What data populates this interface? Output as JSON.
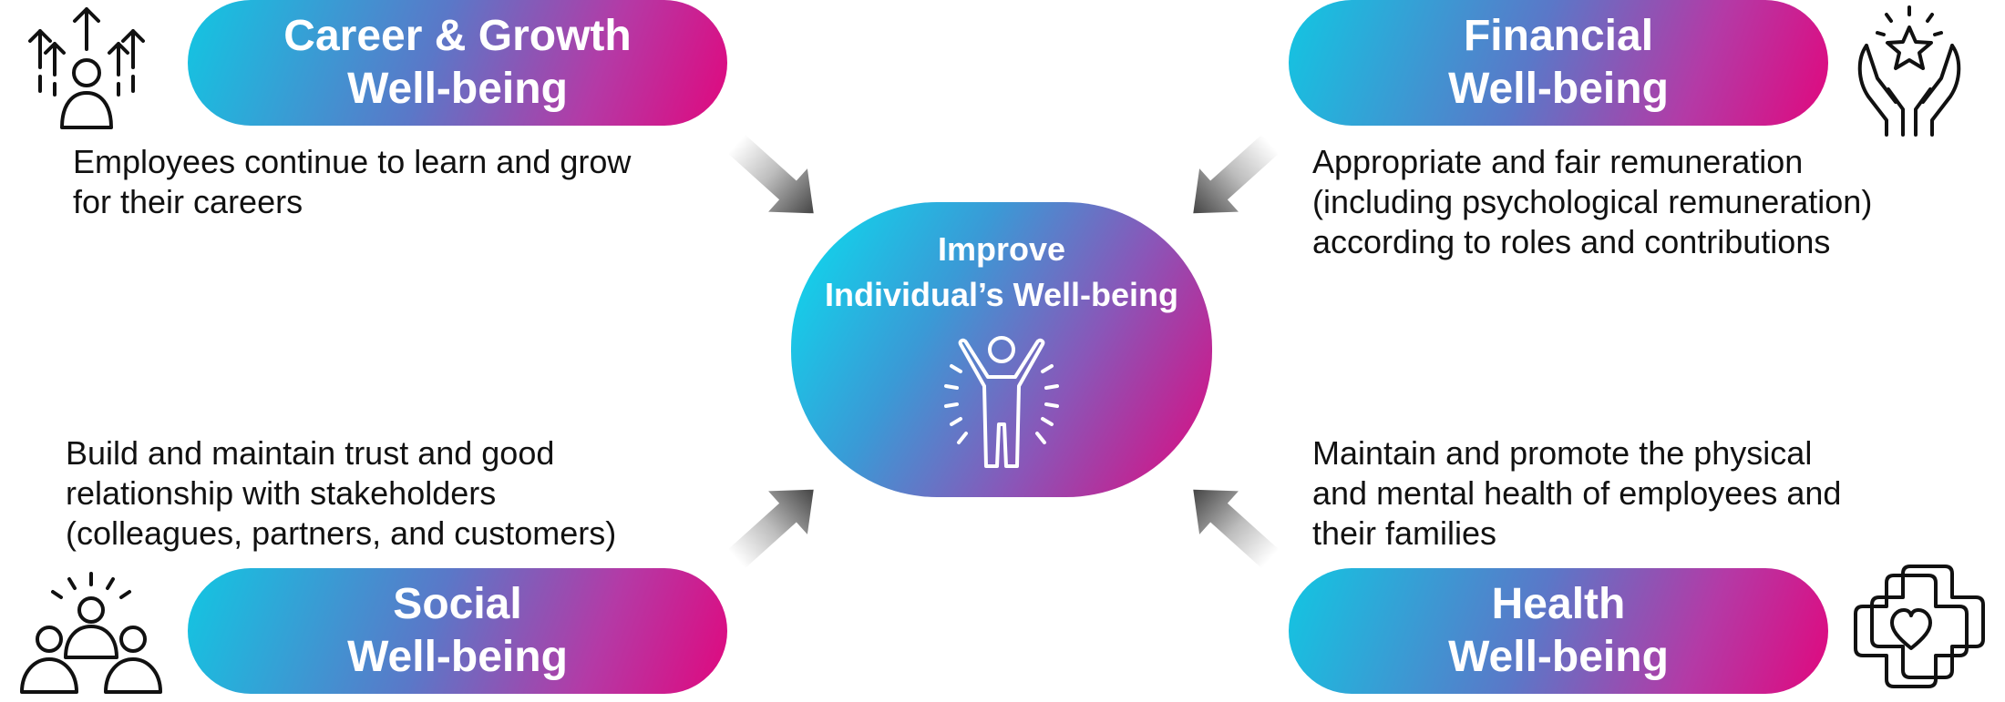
{
  "center": {
    "line1": "Improve",
    "line2": "Individual’s Well-being",
    "icon": "person-arms-raised-icon"
  },
  "quadrants": {
    "career": {
      "title_line1": "Career & Growth",
      "title_line2": "Well-being",
      "desc_lines": [
        "Employees continue to learn and grow",
        "for their careers"
      ],
      "icon": "growth-arrows-person-icon"
    },
    "financial": {
      "title_line1": "Financial",
      "title_line2": "Well-being",
      "desc_lines": [
        "Appropriate and fair remuneration",
        "(including psychological remuneration)",
        "according to roles and contributions"
      ],
      "icon": "hands-holding-star-icon"
    },
    "social": {
      "title_line1": "Social",
      "title_line2": "Well-being",
      "desc_lines": [
        "Build and maintain trust and good",
        "relationship with stakeholders",
        "(colleagues, partners, and customers)"
      ],
      "icon": "group-people-icon"
    },
    "health": {
      "title_line1": "Health",
      "title_line2": "Well-being",
      "desc_lines": [
        "Maintain and promote the physical",
        "and mental health of employees and",
        "their families"
      ],
      "icon": "medical-cross-heart-icon"
    }
  },
  "colors": {
    "gradient_start": "#12c6e2",
    "gradient_end": "#e0087e",
    "text": "#111111",
    "arrow": "#555555"
  }
}
